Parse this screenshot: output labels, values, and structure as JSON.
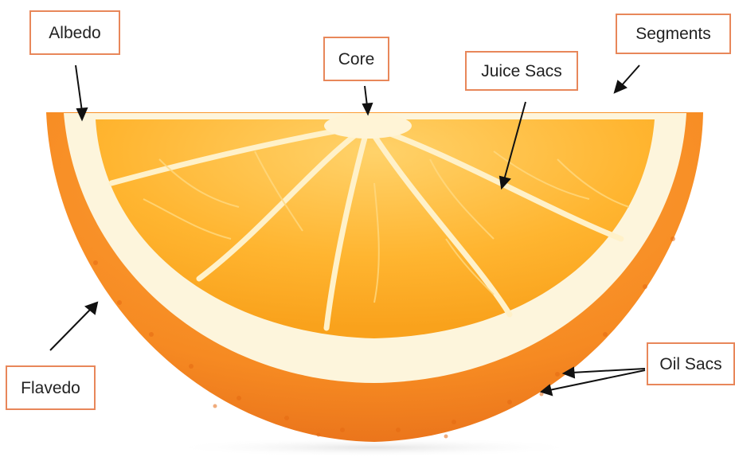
{
  "labels": {
    "albedo": "Albedo",
    "core": "Core",
    "juice_sacs": "Juice Sacs",
    "segments": "Segments",
    "flavedo": "Flavedo",
    "oil_sacs": "Oil Sacs"
  },
  "colors": {
    "label_border": "#e8875a",
    "arrow": "#111111",
    "peel": "#f7922a",
    "peel_dark": "#ef7a17",
    "albedo": "#fdf6df",
    "pulp": "#ffb733",
    "pulp_light": "#ffcb5c",
    "membrane": "#fff0c8"
  }
}
